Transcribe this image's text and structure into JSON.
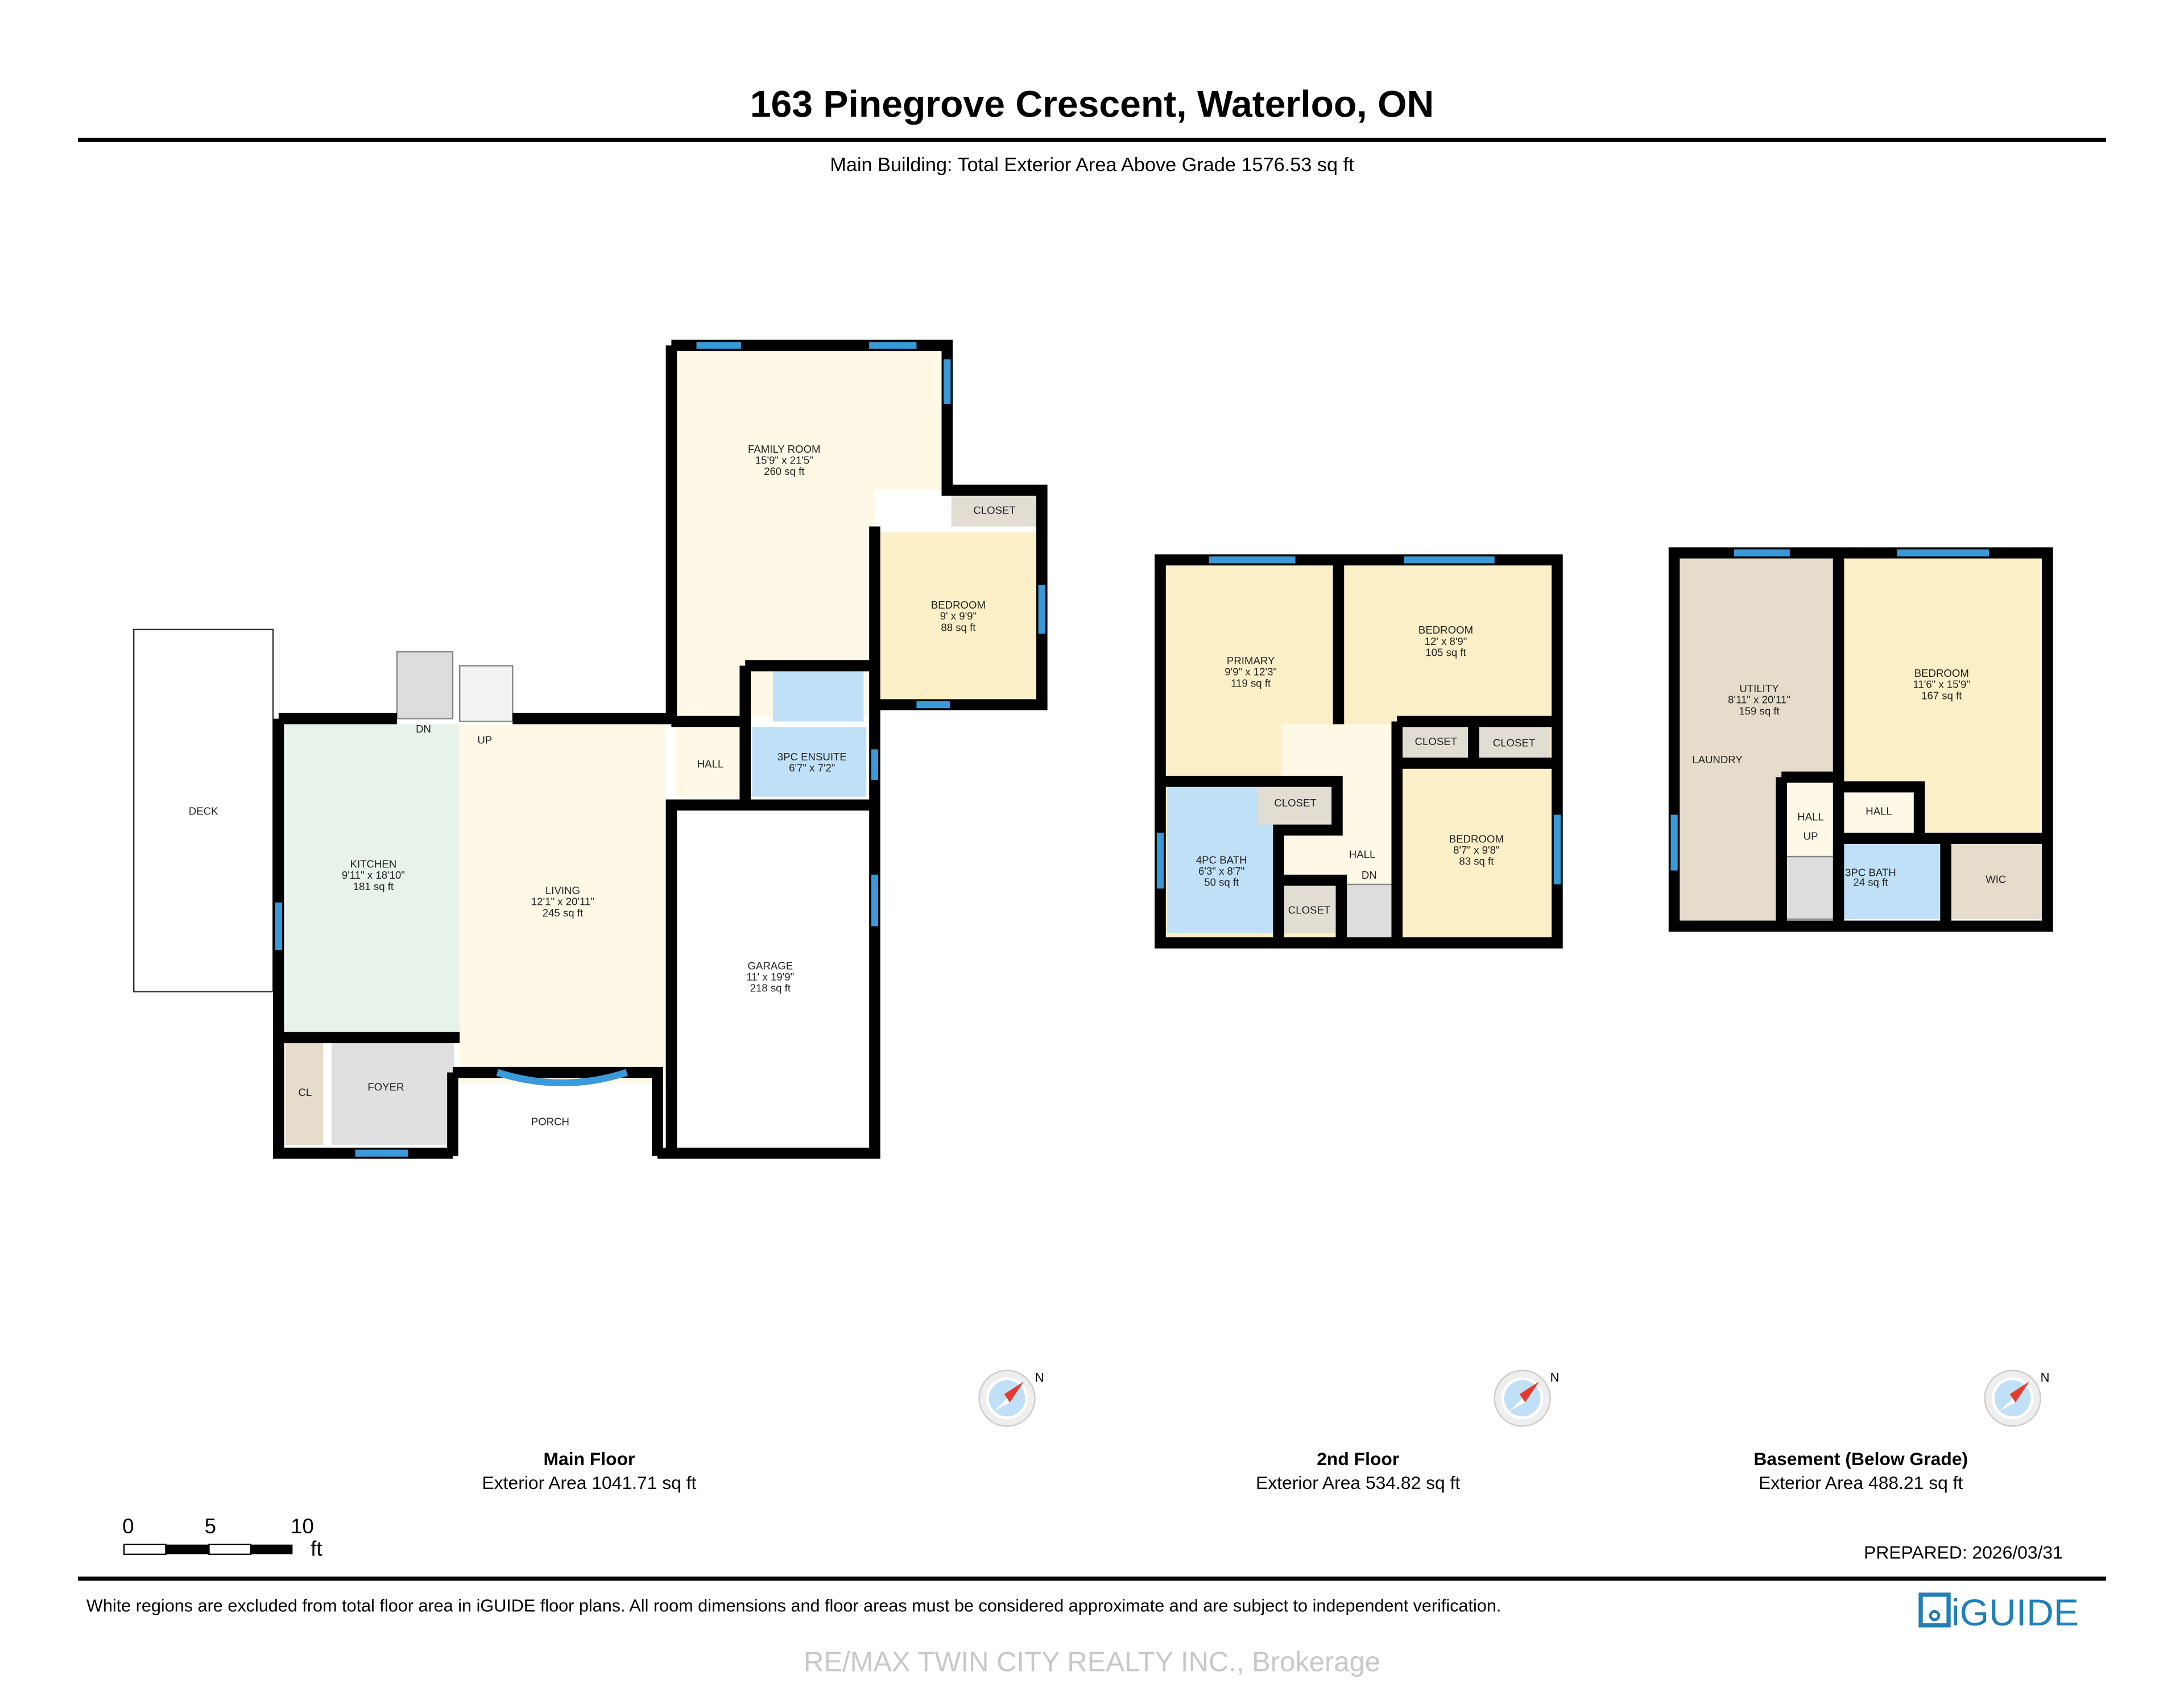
{
  "header": {
    "title": "163 Pinegrove Crescent, Waterloo, ON",
    "subtitle": "Main Building: Total Exterior Area Above Grade 1576.53 sq ft"
  },
  "floors": {
    "main": {
      "label": "Main Floor",
      "area": "Exterior Area 1041.71 sq ft",
      "rooms": {
        "family_room": {
          "name": "FAMILY ROOM",
          "dims": "15'9\" x 21'5\"",
          "area": "260 sq ft"
        },
        "closet": {
          "name": "CLOSET"
        },
        "bedroom": {
          "name": "BEDROOM",
          "dims": "9' x 9'9\"",
          "area": "88 sq ft"
        },
        "deck": {
          "name": "DECK"
        },
        "kitchen": {
          "name": "KITCHEN",
          "dims": "9'11\" x 18'10\"",
          "area": "181 sq ft"
        },
        "living": {
          "name": "LIVING",
          "dims": "12'1\" x 20'11\"",
          "area": "245 sq ft"
        },
        "hall": {
          "name": "HALL"
        },
        "ensuite": {
          "name": "3PC ENSUITE",
          "dims": "6'7\" x 7'2\""
        },
        "garage": {
          "name": "GARAGE",
          "dims": "11' x 19'9\"",
          "area": "218 sq ft"
        },
        "cl": {
          "name": "CL"
        },
        "foyer": {
          "name": "FOYER"
        },
        "porch": {
          "name": "PORCH"
        },
        "dn": "DN",
        "up": "UP"
      }
    },
    "second": {
      "label": "2nd Floor",
      "area": "Exterior Area 534.82 sq ft",
      "rooms": {
        "primary": {
          "name": "PRIMARY",
          "dims": "9'9\" x 12'3\"",
          "area": "119 sq ft"
        },
        "bedroom1": {
          "name": "BEDROOM",
          "dims": "12' x 8'9\"",
          "area": "105 sq ft"
        },
        "bedroom2": {
          "name": "BEDROOM",
          "dims": "8'7\" x 9'8\"",
          "area": "83 sq ft"
        },
        "bath": {
          "name": "4PC BATH",
          "dims": "6'3\" x 8'7\"",
          "area": "50 sq ft"
        },
        "closet": "CLOSET",
        "hall": "HALL",
        "dn": "DN"
      }
    },
    "basement": {
      "label": "Basement (Below Grade)",
      "area": "Exterior Area 488.21 sq ft",
      "rooms": {
        "utility": {
          "name": "UTILITY",
          "dims": "8'11\" x 20'11\"",
          "area": "159 sq ft"
        },
        "laundry": "LAUNDRY",
        "bedroom": {
          "name": "BEDROOM",
          "dims": "11'6\" x 15'9\"",
          "area": "167 sq ft"
        },
        "hall": "HALL",
        "up": "UP",
        "bath": {
          "name": "3PC BATH",
          "area": "24 sq ft"
        },
        "wic": "WIC"
      }
    }
  },
  "compass": {
    "north_label": "N",
    "icon": "compass-icon"
  },
  "scale": {
    "ticks": [
      "0",
      "5",
      "10"
    ],
    "unit": "ft"
  },
  "prepared": "PREPARED: 2026/03/31",
  "footer": {
    "disclaimer": "White regions are excluded from total floor area in iGUIDE floor plans. All room dimensions and floor areas must be considered approximate and are subject to independent verification.",
    "watermark": "RE/MAX TWIN CITY REALTY INC., Brokerage",
    "logo": "iGUIDE"
  },
  "colors": {
    "wall": "#000000",
    "window": "#3a9ad9",
    "bedroom": "#fbefc7",
    "living": "#fdf9e6",
    "kitchen": "#e6f2ea",
    "bath": "#bfe0f7",
    "closet": "#e2ddd3",
    "foyer": "#e0e0e0",
    "brand": "#1f7fb8"
  }
}
